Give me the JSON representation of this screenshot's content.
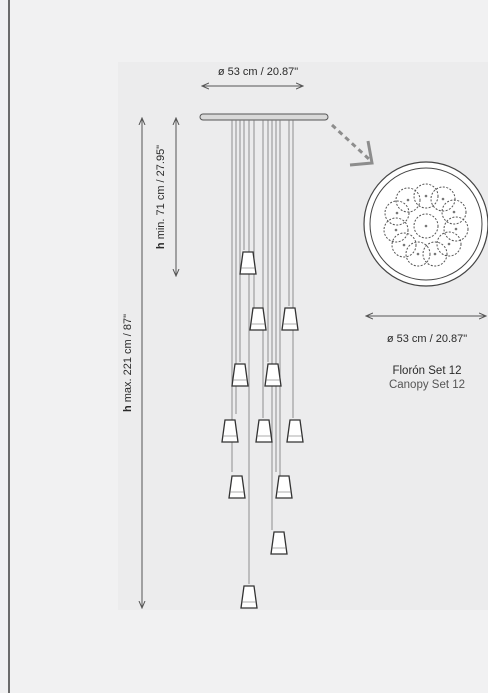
{
  "dimensions": {
    "canopy_top_width": "ø 53 cm / 20.87\"",
    "height_min_bold": "h",
    "height_min_rest": " min. 71 cm / 27.95\"",
    "height_max_bold": "h",
    "height_max_rest": " max. 221 cm / 87\"",
    "canopy_detail_width": "ø 53 cm / 20.87\""
  },
  "canopy": {
    "name_es": "Florón Set 12",
    "name_en": "Canopy Set 12"
  },
  "colors": {
    "line": "#555555",
    "text": "#2a2a2a",
    "accent": "#8d8d8d"
  }
}
